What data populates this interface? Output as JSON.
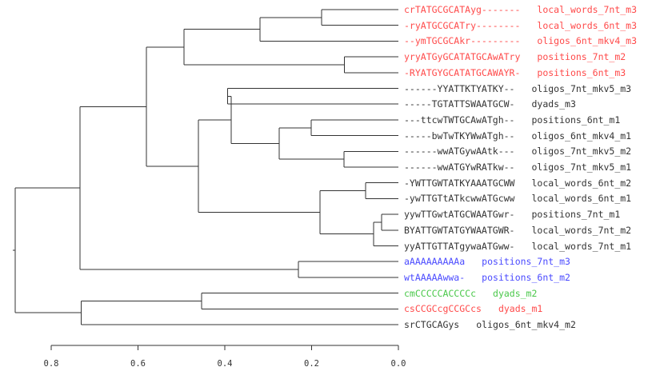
{
  "colors": {
    "red": "#ff4a4a",
    "blue": "#4a4aff",
    "green": "#4ac84a",
    "gray": "#333333",
    "line": "#333333"
  },
  "leaves": [
    {
      "motif": "crTATGCGCATAyg-------",
      "name": "local_words_7nt_m3",
      "color": "red"
    },
    {
      "motif": "-ryATGCGCATry--------",
      "name": "local_words_6nt_m3",
      "color": "red"
    },
    {
      "motif": "--ymTGCGCAkr---------",
      "name": "oligos_6nt_mkv4_m3",
      "color": "red"
    },
    {
      "motif": "yryATGyGCATATGCAwATry",
      "name": "positions_7nt_m2",
      "color": "red"
    },
    {
      "motif": "-RYATGYGCATATGCAWAYR-",
      "name": "positions_6nt_m3",
      "color": "red"
    },
    {
      "motif": "------YYATTKTYATKY--",
      "name": "oligos_7nt_mkv5_m3",
      "color": "gray"
    },
    {
      "motif": "-----TGTATTSWAATGCW-",
      "name": "dyads_m3",
      "color": "gray"
    },
    {
      "motif": "---ttcwTWTGCAwATgh--",
      "name": "positions_6nt_m1",
      "color": "gray"
    },
    {
      "motif": "-----bwTwTKYWwATgh--",
      "name": "oligos_6nt_mkv4_m1",
      "color": "gray"
    },
    {
      "motif": "------wwATGywAAtk---",
      "name": "oligos_7nt_mkv5_m2",
      "color": "gray"
    },
    {
      "motif": "------wwATGYwRATkw--",
      "name": "oligos_7nt_mkv5_m1",
      "color": "gray"
    },
    {
      "motif": "-YWTTGWTATKYAAATGCWW",
      "name": "local_words_6nt_m2",
      "color": "gray"
    },
    {
      "motif": "-ywTTGTtATkcwwATGcww",
      "name": "local_words_6nt_m1",
      "color": "gray"
    },
    {
      "motif": "yywTTGwtATGCWAATGwr-",
      "name": "positions_7nt_m1",
      "color": "gray"
    },
    {
      "motif": "BYATTGWTATGYWAATGWR-",
      "name": "local_words_7nt_m2",
      "color": "gray"
    },
    {
      "motif": "yyATTGTTATgywaATGww-",
      "name": "local_words_7nt_m1",
      "color": "gray"
    },
    {
      "motif": "aAAAAAAAAAa",
      "name": "positions_7nt_m3",
      "color": "blue"
    },
    {
      "motif": "wtAAAAAwwa-",
      "name": "positions_6nt_m2",
      "color": "blue"
    },
    {
      "motif": "cmCCCCCACCCCc",
      "name": "dyads_m2",
      "color": "green"
    },
    {
      "motif": "csCCGCcgCCGCcs",
      "name": "dyads_m1",
      "color": "red"
    },
    {
      "motif": "srCTGCAGys",
      "name": "oligos_6nt_mkv4_m2",
      "color": "gray"
    }
  ],
  "merges": [
    {
      "id": "A",
      "children": [
        "0",
        "1"
      ],
      "height": 0.177
    },
    {
      "id": "B",
      "children": [
        "A",
        "2"
      ],
      "height": 0.319
    },
    {
      "id": "C",
      "children": [
        "3",
        "4"
      ],
      "height": 0.124
    },
    {
      "id": "D",
      "children": [
        "B",
        "C"
      ],
      "height": 0.494
    },
    {
      "id": "E",
      "children": [
        "5",
        "6"
      ],
      "height": 0.394
    },
    {
      "id": "F",
      "children": [
        "7",
        "8"
      ],
      "height": 0.201
    },
    {
      "id": "G",
      "children": [
        "9",
        "10"
      ],
      "height": 0.125
    },
    {
      "id": "H",
      "children": [
        "F",
        "G"
      ],
      "height": 0.275
    },
    {
      "id": "I",
      "children": [
        "E",
        "H"
      ],
      "height": 0.385
    },
    {
      "id": "J",
      "children": [
        "11",
        "12"
      ],
      "height": 0.076
    },
    {
      "id": "K",
      "children": [
        "13",
        "14"
      ],
      "height": 0.039
    },
    {
      "id": "L",
      "children": [
        "K",
        "15"
      ],
      "height": 0.057
    },
    {
      "id": "M",
      "children": [
        "J",
        "L"
      ],
      "height": 0.181
    },
    {
      "id": "N",
      "children": [
        "I",
        "M"
      ],
      "height": 0.461
    },
    {
      "id": "O",
      "children": [
        "D",
        "N"
      ],
      "height": 0.581
    },
    {
      "id": "P",
      "children": [
        "16",
        "17"
      ],
      "height": 0.23
    },
    {
      "id": "Q",
      "children": [
        "O",
        "P"
      ],
      "height": 0.734
    },
    {
      "id": "R",
      "children": [
        "18",
        "19"
      ],
      "height": 0.453
    },
    {
      "id": "S",
      "children": [
        "R",
        "20"
      ],
      "height": 0.731
    },
    {
      "id": "T",
      "children": [
        "Q",
        "S"
      ],
      "height": 0.883
    }
  ],
  "axis": {
    "ticks": [
      "0.8",
      "0.6",
      "0.4",
      "0.2",
      "0.0"
    ],
    "tick_values": [
      0.8,
      0.6,
      0.4,
      0.2,
      0.0
    ],
    "range": [
      0.8,
      0.0
    ]
  }
}
